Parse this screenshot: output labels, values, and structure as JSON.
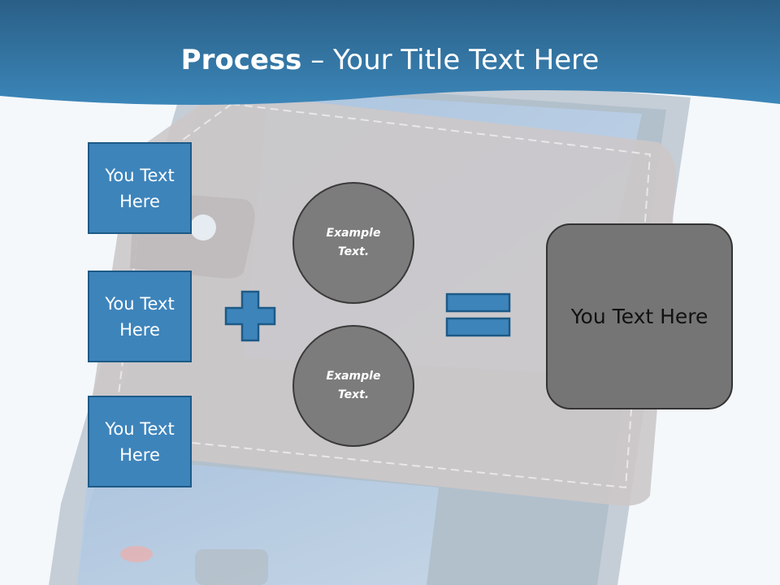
{
  "slide": {
    "title_bold": "Process",
    "title_separator": " – ",
    "title_rest": "Your Title Text Here",
    "colors": {
      "header_blue": "#2f6f9f",
      "box_blue": "#3d84bb",
      "circle_gray": "#7c7c7c",
      "result_gray": "#757575"
    }
  },
  "left_boxes": [
    {
      "label": "You Text Here"
    },
    {
      "label": "You Text Here"
    },
    {
      "label": "You Text Here"
    }
  ],
  "circles": [
    {
      "label": "Example Text."
    },
    {
      "label": "Example Text."
    }
  ],
  "operators": {
    "plus_icon": "plus-icon",
    "equals_icon": "equals-icon"
  },
  "result": {
    "label": "You Text Here"
  }
}
